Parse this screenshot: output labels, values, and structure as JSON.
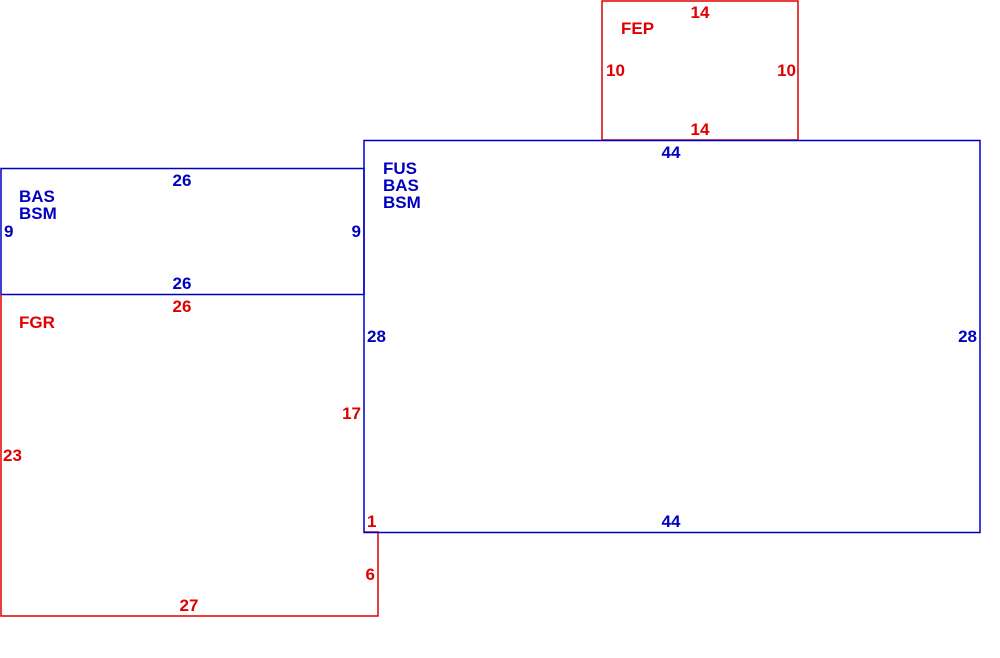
{
  "colors": {
    "main": "#0000c0",
    "attached": "#e00000"
  },
  "sections": {
    "fep": {
      "codes": [
        "FEP"
      ],
      "dims": {
        "top": "14",
        "bottom": "14",
        "left": "10",
        "right": "10"
      }
    },
    "fus": {
      "codes": [
        "FUS",
        "BAS",
        "BSM"
      ],
      "dims": {
        "top": "44",
        "bottom": "44",
        "left": "28",
        "right": "28"
      }
    },
    "bas": {
      "codes": [
        "BAS",
        "BSM"
      ],
      "dims": {
        "top": "26",
        "bottom": "26",
        "left": "9",
        "right": "9"
      }
    },
    "fgr": {
      "codes": [
        "FGR"
      ],
      "dims": {
        "top": "26",
        "left": "23",
        "bottom": "27",
        "right_upper": "17",
        "jog": "1",
        "right_lower": "6"
      }
    }
  }
}
